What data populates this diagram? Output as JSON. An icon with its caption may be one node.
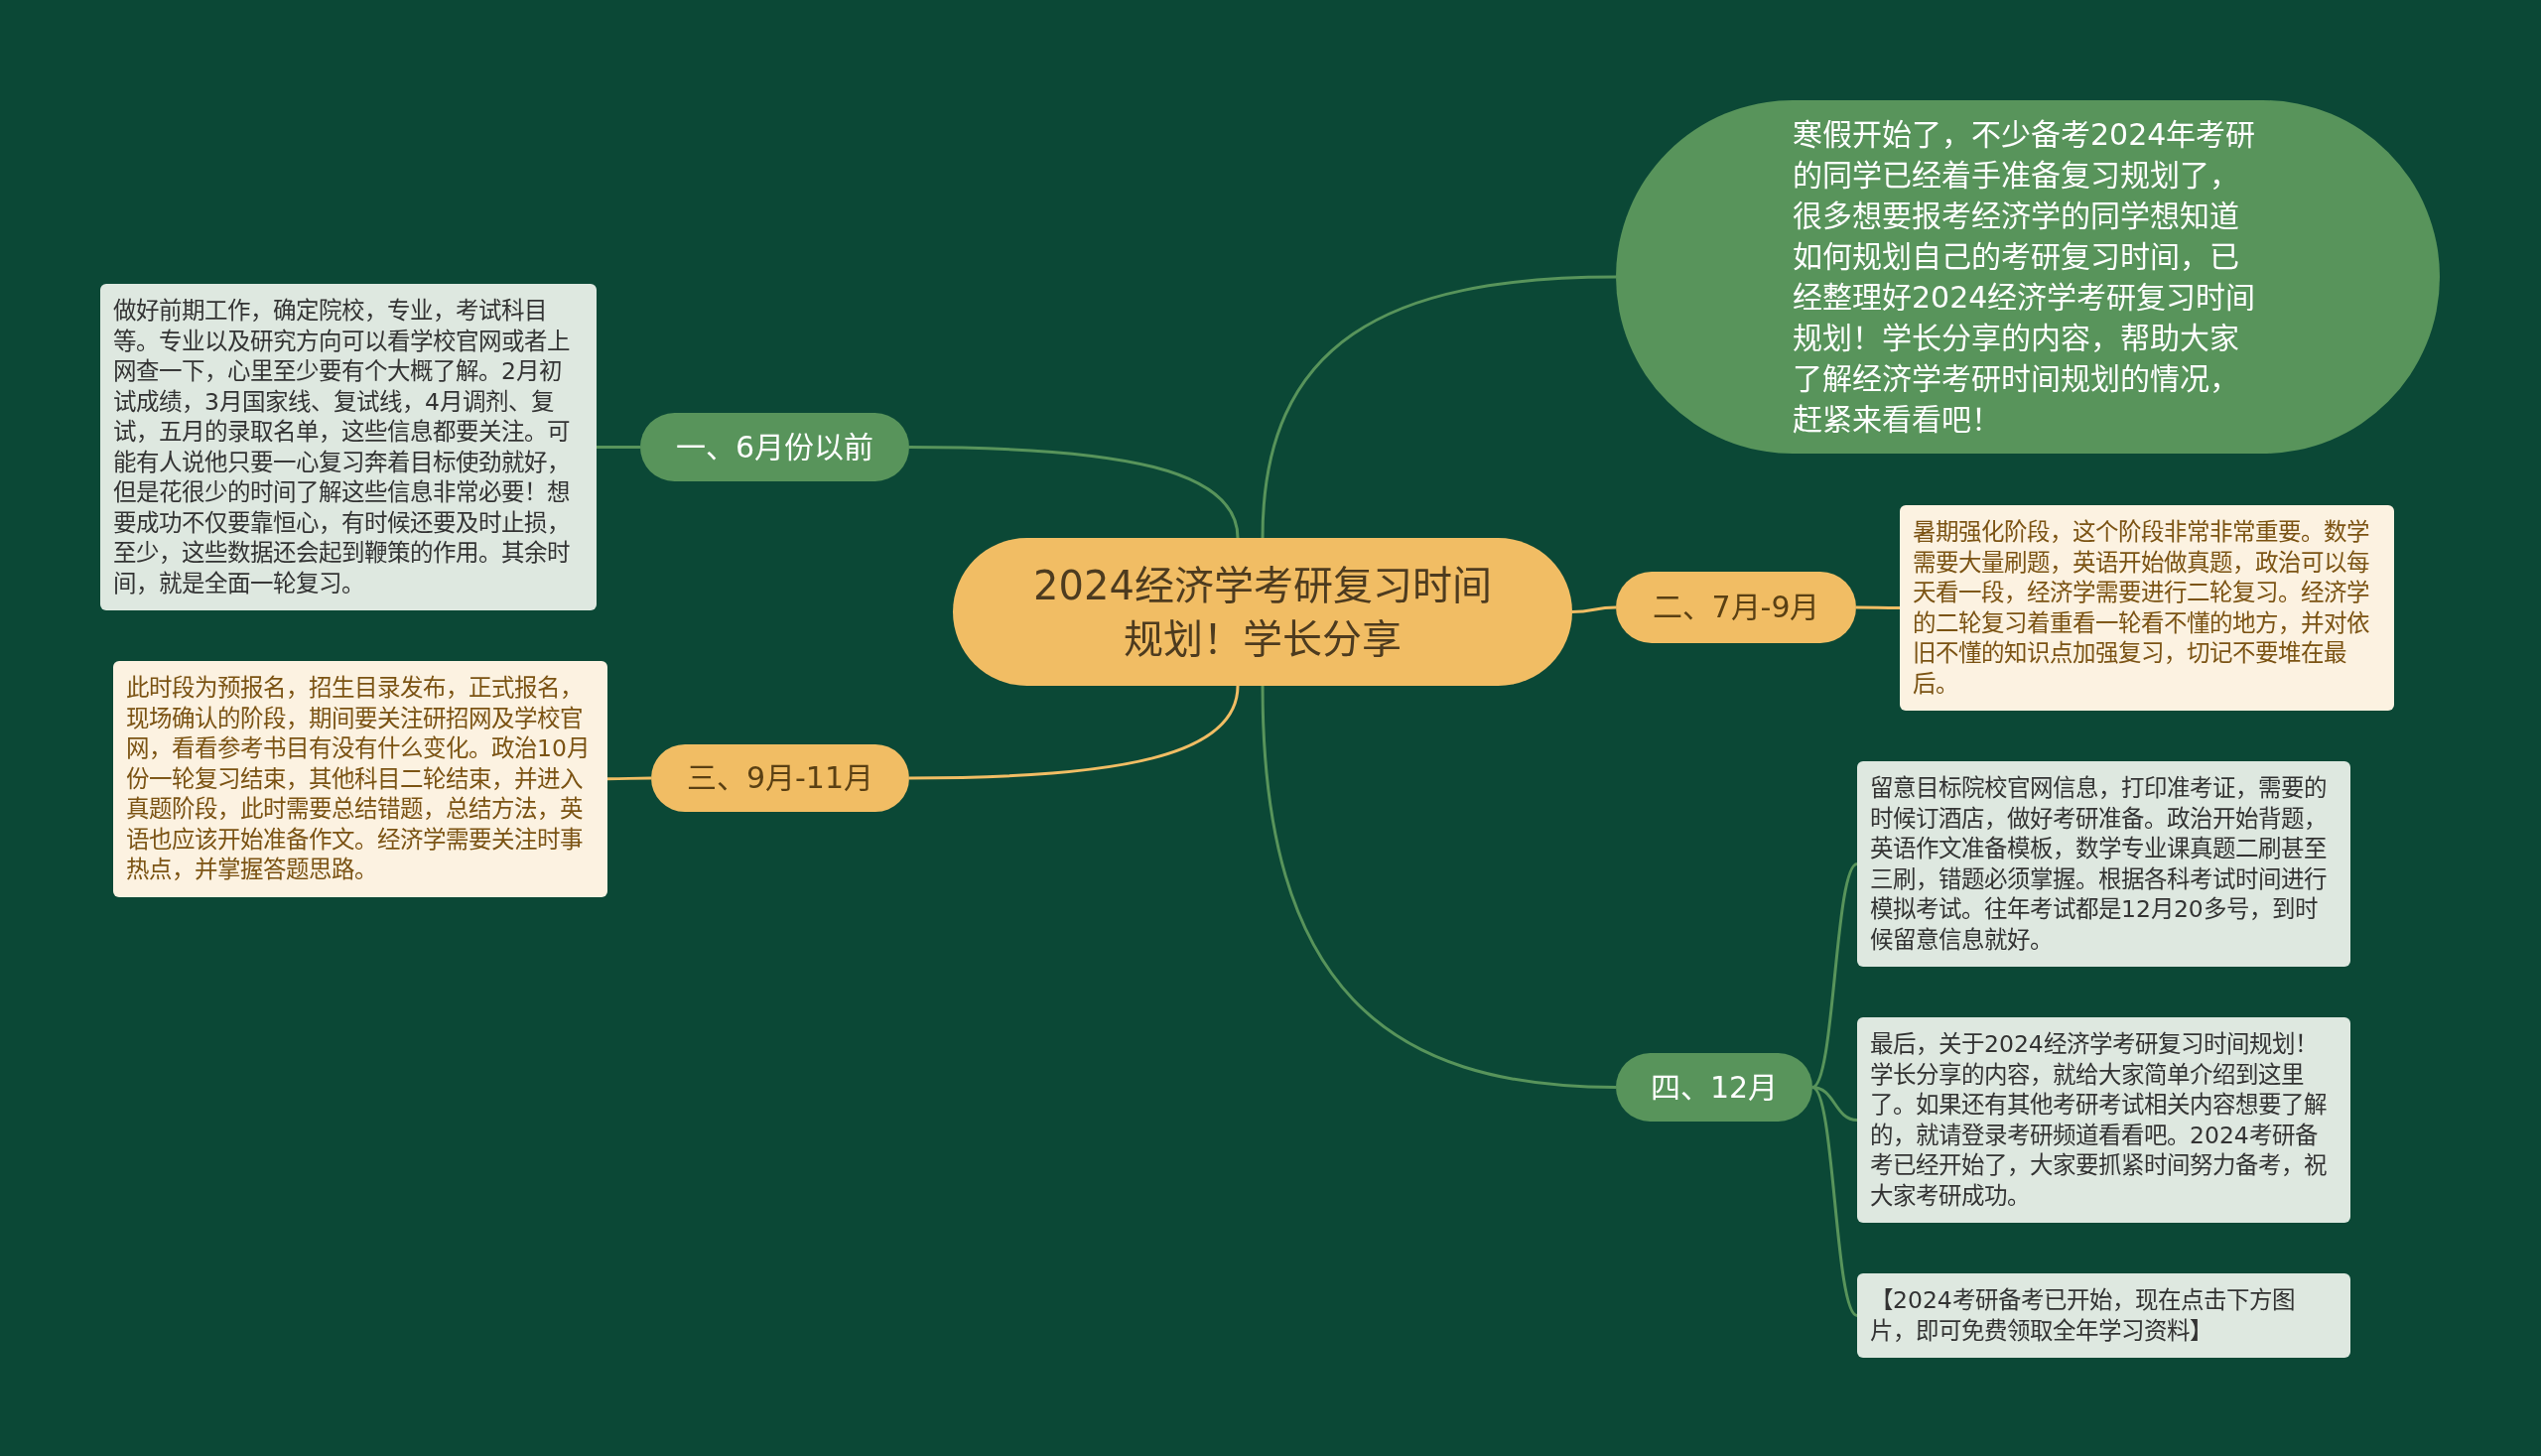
{
  "diagram": {
    "nodes": [
      {
        "text": [
          "2024经济学考研复习时间规划！学长分享"
        ]
      },
      {
        "text": [
          "寒假开始了，不少备考2024年考研的同学已经着手准备复习规划了，很多想要报考经济学的同学想知道如何规划自己的考研复习时间，已经整理好2024经济学考研复习时间规划！学长分享的内容，帮助大家了解经济学考研时间规划的情况，赶紧来看看吧！"
        ]
      },
      {
        "text": [
          "一、6月份以前"
        ]
      },
      {
        "text": [
          "做好前期工作，确定院校，专业，考试科目等。专业以及研究方向可以看学校官网或者上网查一下，心里至少要有个大概了解。2月初试成绩，3月国家线、复试线，4月调剂、复试，五月的录取名单，这些信息都要关注。可能有人说他只要一心复习奔着目标使劲就好，但是花很少的时间了解这些信息非常必要！想要成功不仅要靠恒心，有时候还要及时止损，至少，这些数据还会起到鞭策的作用。其余时间，就是全面一轮复习。"
        ]
      },
      {
        "text": [
          "二、7月-9月"
        ]
      },
      {
        "text": [
          "暑期强化阶段，这个阶段非常非常重要。数学需要大量刷题，英语开始做真题，政治可以每天看一段，经济学需要进行二轮复习。经济学的二轮复习着重看一轮看不懂的地方，并对依旧不懂的知识点加强复习，切记不要堆在最后。"
        ]
      },
      {
        "text": [
          "三、9月-11月"
        ]
      },
      {
        "text": [
          "此时段为预报名，招生目录发布，正式报名，现场确认的阶段，期间要关注研招网及学校官网，看看参考书目有没有什么变化。政治10月份一轮复习结束，其他科目二轮结束，并进入真题阶段，此时需要总结错题，总结方法，英语也应该开始准备作文。经济学需要关注时事热点，并掌握答题思路。"
        ]
      },
      {
        "text": [
          "四、12月"
        ]
      },
      {
        "text": [
          "留意目标院校官网信息，打印准考证，需要的时候订酒店，做好考研准备。政治开始背题，英语作文准备模板，数学专业课真题二刷甚至三刷，错题必须掌握。根据各科考试时间进行模拟考试。往年考试都是12月20多号，到时候留意信息就好。"
        ]
      },
      {
        "text": [
          "最后，关于2024经济学考研复习时间规划！学长分享的内容，就给大家简单介绍到这里了。如果还有其他考研考试相关内容想要了解的，就请登录考研频道看看吧。2024考研备考已经开始了，大家要抓紧时间努力备考，祝大家考研成功。"
        ]
      },
      {
        "text": [
          "【2024考研备考已开始，现在点击下方图片，即可免费领取全年学习资料】"
        ]
      }
    ],
    "edges": [
      {
        "from": 0,
        "to": 1,
        "arrow": "none"
      },
      {
        "from": 0,
        "to": 2,
        "arrow": "none"
      },
      {
        "from": 2,
        "to": 3,
        "arrow": "none"
      },
      {
        "from": 0,
        "to": 4,
        "arrow": "none",
        "color": "#f1bd64"
      },
      {
        "from": 4,
        "to": 5,
        "arrow": "none",
        "color": "#f1bd64"
      },
      {
        "from": 0,
        "to": 6,
        "arrow": "none",
        "color": "#f1bd64"
      },
      {
        "from": 6,
        "to": 7,
        "arrow": "none",
        "color": "#f1bd64"
      },
      {
        "from": 0,
        "to": 8,
        "arrow": "none"
      },
      {
        "from": 8,
        "to": 9,
        "arrow": "none"
      },
      {
        "from": 8,
        "to": 10,
        "arrow": "none"
      },
      {
        "from": 8,
        "to": 11,
        "arrow": "none"
      }
    ]
  }
}
